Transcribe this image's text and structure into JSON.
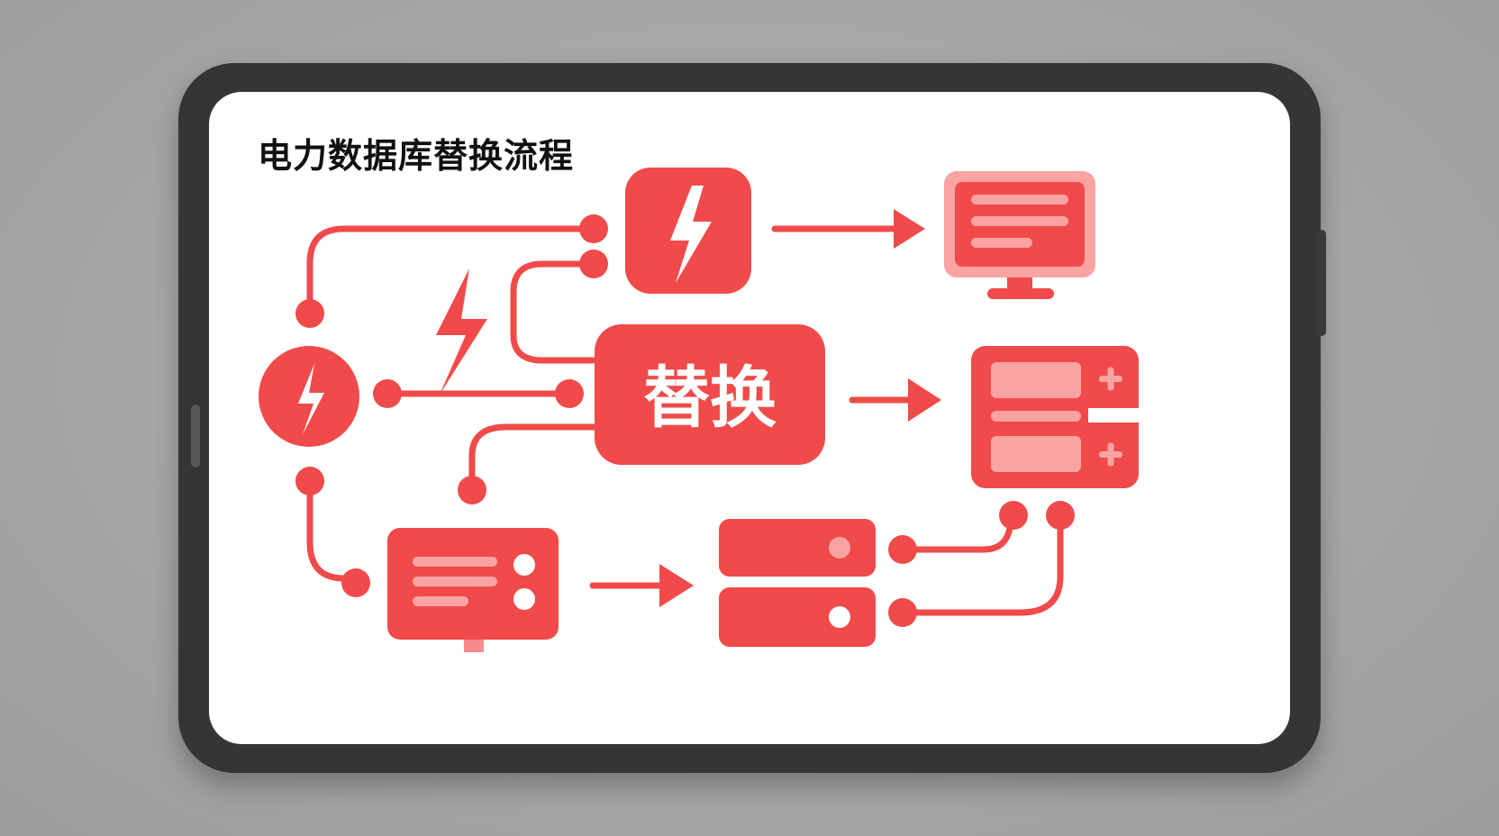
{
  "title": "电力数据库替换流程",
  "center_label": "替换",
  "colors": {
    "primary": "#f04a4a",
    "primary_dark": "#e53e3e",
    "light": "#f78b8b",
    "pale": "#f9a3a3",
    "frame": "#363533",
    "backdrop": "#a9a9a8"
  },
  "nodes": [
    {
      "id": "power-source",
      "icon": "lightning-bolt-icon"
    },
    {
      "id": "power-hub",
      "icon": "lightning-bolt-icon"
    },
    {
      "id": "replace-center",
      "icon": "replace-block"
    },
    {
      "id": "monitor-display",
      "icon": "monitor-icon"
    },
    {
      "id": "database-expansion",
      "icon": "server-plus-icon"
    },
    {
      "id": "legacy-device",
      "icon": "device-panel-icon"
    },
    {
      "id": "database-stack",
      "icon": "server-stack-icon"
    }
  ]
}
